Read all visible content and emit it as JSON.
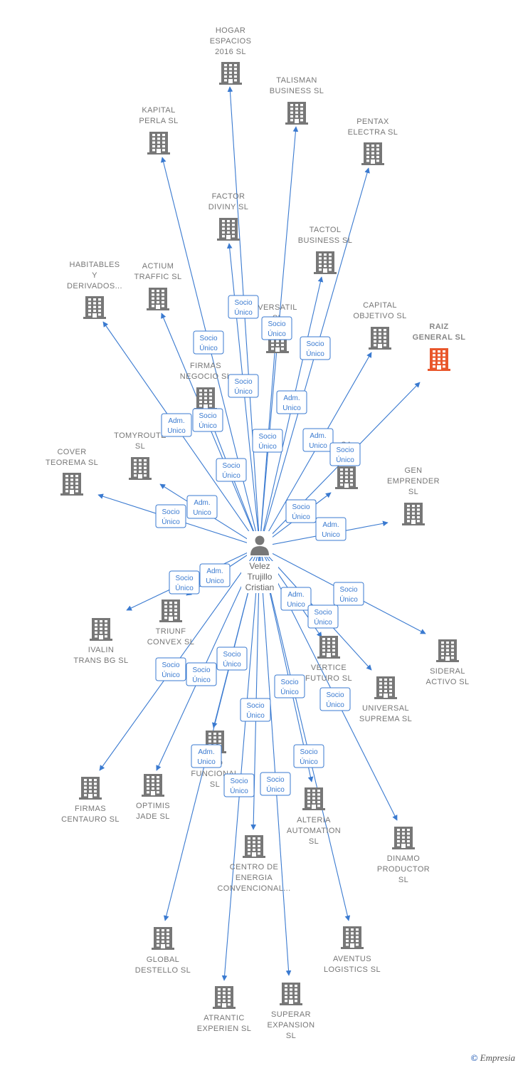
{
  "person": {
    "name_lines": [
      "Velez",
      "Trujillo",
      "Cristian"
    ]
  },
  "companies": [
    {
      "id": "hogar",
      "lines": [
        "HOGAR",
        "ESPACIOS",
        "2016  SL"
      ]
    },
    {
      "id": "talisman",
      "lines": [
        "TALISMAN",
        "BUSINESS  SL"
      ]
    },
    {
      "id": "kapital",
      "lines": [
        "KAPITAL",
        "PERLA  SL"
      ]
    },
    {
      "id": "pentax",
      "lines": [
        "PENTAX",
        "ELECTRA  SL"
      ]
    },
    {
      "id": "factor",
      "lines": [
        "FACTOR",
        "DIVINY  SL"
      ]
    },
    {
      "id": "tactol",
      "lines": [
        "TACTOL",
        "BUSINESS  SL"
      ]
    },
    {
      "id": "habitables",
      "lines": [
        "HABITABLES",
        "Y",
        "DERIVADOS..."
      ]
    },
    {
      "id": "actium",
      "lines": [
        "ACTIUM",
        "TRAFFIC  SL"
      ]
    },
    {
      "id": "versatil",
      "lines": [
        "VERSATIL",
        "SL"
      ]
    },
    {
      "id": "capital",
      "lines": [
        "CAPITAL",
        "OBJETIVO  SL"
      ]
    },
    {
      "id": "raiz",
      "lines": [
        "RAIZ",
        "GENERAL  SL"
      ],
      "highlight": true
    },
    {
      "id": "firmas-negocio",
      "lines": [
        "FIRMAS",
        "NEGOCIO  SL"
      ]
    },
    {
      "id": "tomyroute",
      "lines": [
        "TOMYROUTE",
        "SL"
      ]
    },
    {
      "id": "cover",
      "lines": [
        "COVER",
        "TEOREMA  SL"
      ]
    },
    {
      "id": "sa-ul",
      "lines": [
        "SA",
        "SL"
      ]
    },
    {
      "id": "gen",
      "lines": [
        "GEN",
        "EMPRENDER",
        "SL"
      ]
    },
    {
      "id": "ivalin",
      "lines": [
        "IVALIN",
        "TRANS BG  SL"
      ]
    },
    {
      "id": "triunf",
      "lines": [
        "TRIUNF",
        "CONVEX  SL"
      ]
    },
    {
      "id": "vertice",
      "lines": [
        "VERTICE",
        "FUTURO  SL"
      ]
    },
    {
      "id": "sideral",
      "lines": [
        "SIDERAL",
        "ACTIVO  SL"
      ]
    },
    {
      "id": "universal",
      "lines": [
        "UNIVERSAL",
        "SUPREMA  SL"
      ]
    },
    {
      "id": "consejo",
      "lines": [
        "EJO",
        "FUNCIONAL",
        "SL"
      ]
    },
    {
      "id": "firmas-centauro",
      "lines": [
        "FIRMAS",
        "CENTAURO  SL"
      ]
    },
    {
      "id": "optimis",
      "lines": [
        "OPTIMIS",
        "JADE  SL"
      ]
    },
    {
      "id": "alteria",
      "lines": [
        "ALTERIA",
        "AUTOMATION",
        "SL"
      ]
    },
    {
      "id": "dinamo",
      "lines": [
        "DINAMO",
        "PRODUCTOR",
        "SL"
      ]
    },
    {
      "id": "centro",
      "lines": [
        "CENTRO  DE",
        "ENERGIA",
        "CONVENCIONAL..."
      ]
    },
    {
      "id": "global",
      "lines": [
        "GLOBAL",
        "DESTELLO  SL"
      ]
    },
    {
      "id": "aventus",
      "lines": [
        "AVENTUS",
        "LOGISTICS  SL"
      ]
    },
    {
      "id": "atrantic",
      "lines": [
        "ATRANTIC",
        "EXPERIEN  SL"
      ]
    },
    {
      "id": "superar",
      "lines": [
        "SUPERAR",
        "EXPANSION",
        "SL"
      ]
    }
  ],
  "relation_labels": [
    [
      "Socio",
      "Único"
    ],
    [
      "Socio",
      "Único"
    ],
    [
      "Socio",
      "Único"
    ],
    [
      "Socio",
      "Único"
    ],
    [
      "Socio",
      "Único"
    ],
    [
      "Adm.",
      "Unico"
    ],
    [
      "Adm.",
      "Unico"
    ],
    [
      "Socio",
      "Único"
    ],
    [
      "Socio",
      "Único"
    ],
    [
      "Adm.",
      "Unico"
    ],
    [
      "Socio",
      "Único"
    ],
    [
      "Socio",
      "Único"
    ],
    [
      "Adm.",
      "Unico"
    ],
    [
      "Adm.",
      "Unico"
    ],
    [
      "Socio",
      "Único"
    ],
    [
      "Adm.",
      "Unico"
    ],
    [
      "Adm.",
      "Unico"
    ],
    [
      "Socio",
      "Único"
    ],
    [
      "Adm.",
      "Unico"
    ],
    [
      "Socio",
      "Único"
    ],
    [
      "Socio",
      "Único"
    ],
    [
      "Socio",
      "Único"
    ],
    [
      "Socio",
      "Único"
    ],
    [
      "Socio",
      "Único"
    ],
    [
      "Socio",
      "Único"
    ],
    [
      "Socio",
      "Único"
    ],
    [
      "Socio",
      "Único"
    ],
    [
      "Adm.",
      "Unico"
    ],
    [
      "Socio",
      "Único"
    ],
    [
      "Socio",
      "Único"
    ],
    [
      "Socio",
      "Único"
    ],
    [
      "Socio",
      "Único"
    ]
  ],
  "colors": {
    "edge": "#3a7ad0",
    "building": "#777777",
    "building_highlight": "#e9572c"
  },
  "icons": {
    "person": "person-icon",
    "company": "building-icon"
  },
  "footer": {
    "copyright": "©",
    "brand": "Empresia"
  }
}
